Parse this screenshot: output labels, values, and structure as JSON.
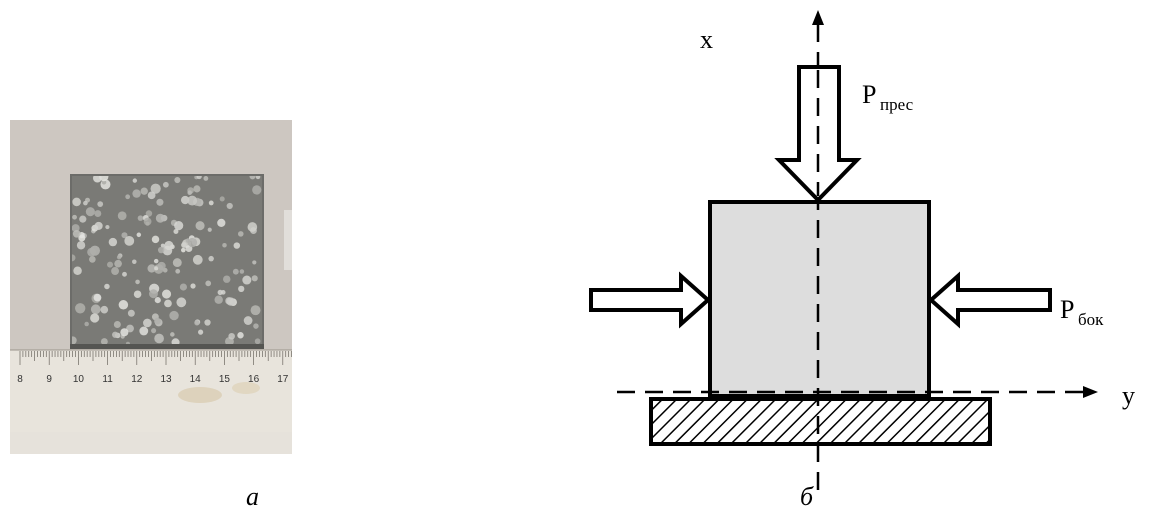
{
  "photo": {
    "ruler_ticks": [
      "8",
      "9",
      "10",
      "11",
      "12",
      "13",
      "14",
      "15",
      "16",
      "17"
    ]
  },
  "captions": {
    "a": "а",
    "b": "б"
  },
  "diagram": {
    "axis_x_label": "x",
    "axis_y_label": "y",
    "press_force_label": "P",
    "press_force_sub": "прес",
    "side_force_label": "P",
    "side_force_sub": "бок"
  },
  "colors": {
    "specimen_fill": "#dddddd",
    "stroke": "#000000",
    "background": "#ffffff"
  }
}
